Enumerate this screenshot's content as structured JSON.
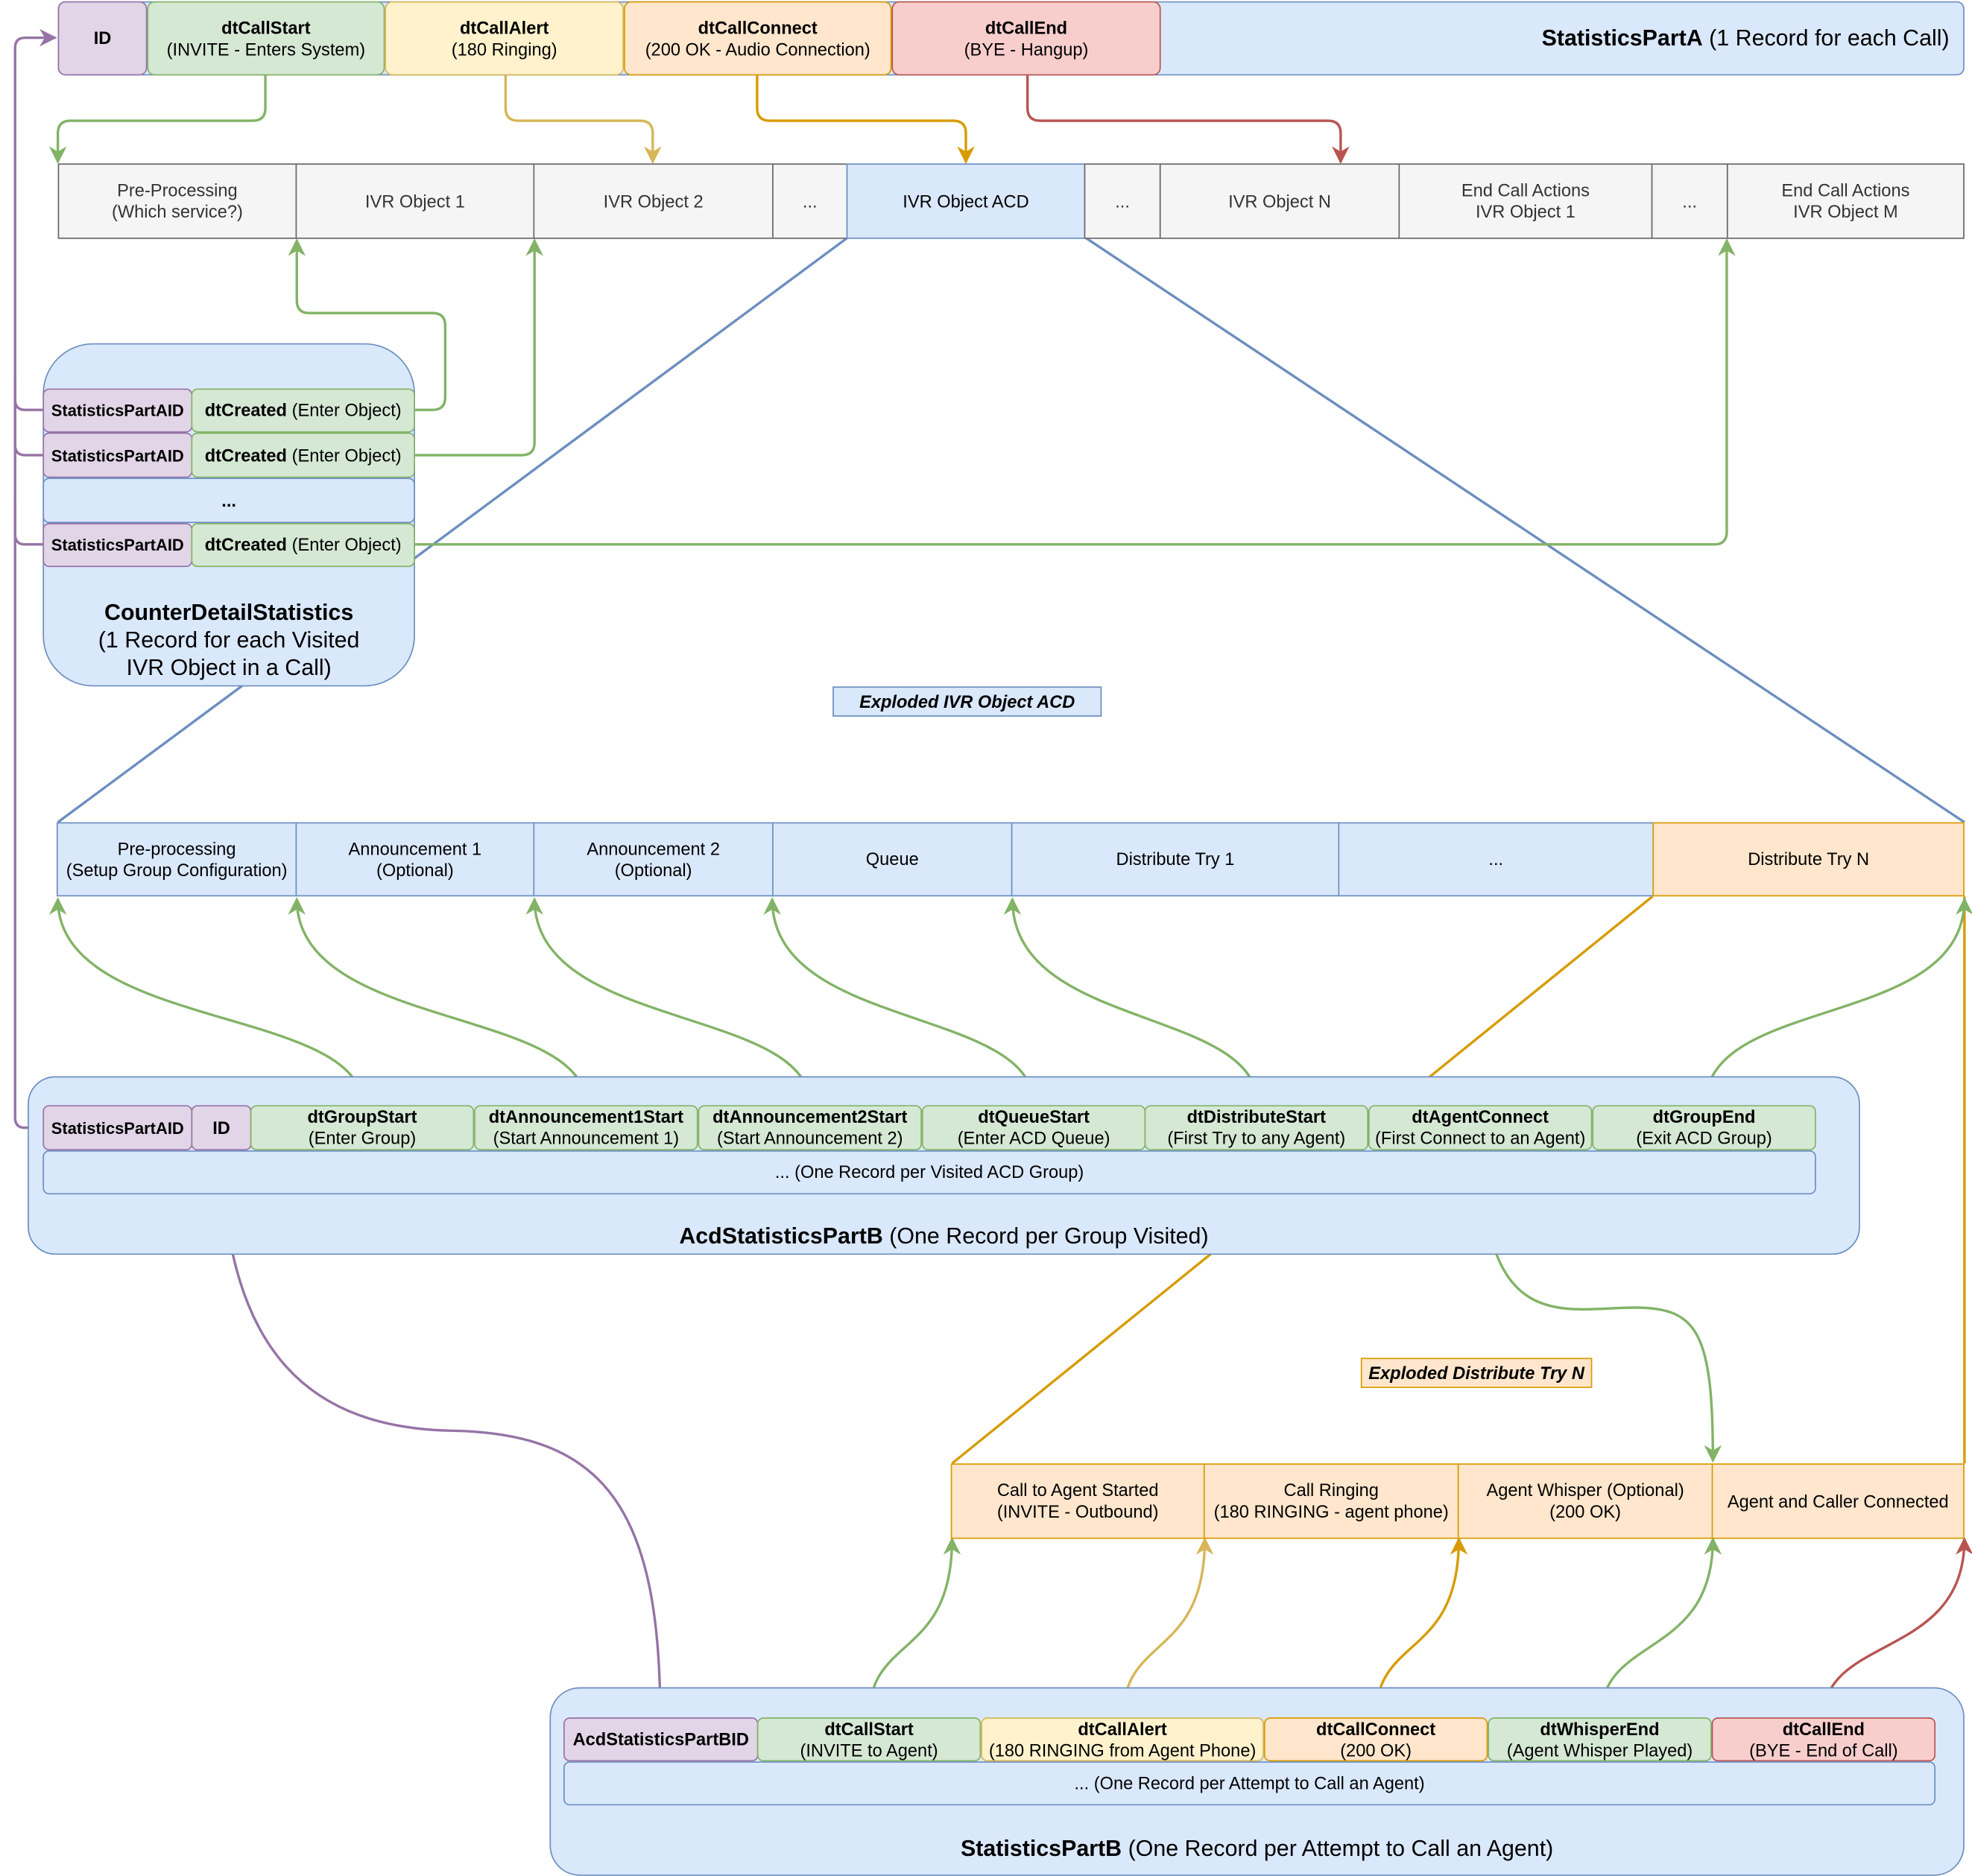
{
  "statistics_part_a": {
    "title": "StatisticsPartA",
    "subtitle": "(1 Record for each Call)",
    "fields": [
      {
        "name": "ID",
        "desc": ""
      },
      {
        "name": "dtCallStart",
        "desc": "(INVITE - Enters System)"
      },
      {
        "name": "dtCallAlert",
        "desc": "(180 Ringing)"
      },
      {
        "name": "dtCallConnect",
        "desc": "(200 OK - Audio Connection)"
      },
      {
        "name": "dtCallEnd",
        "desc": "(BYE - Hangup)"
      }
    ]
  },
  "ivr_flow": [
    {
      "line1": "Pre-Processing",
      "line2": "(Which service?)"
    },
    {
      "line1": "IVR Object 1",
      "line2": ""
    },
    {
      "line1": "IVR Object 2",
      "line2": ""
    },
    {
      "line1": "...",
      "line2": ""
    },
    {
      "line1": "IVR Object ACD",
      "line2": ""
    },
    {
      "line1": "...",
      "line2": ""
    },
    {
      "line1": "IVR Object N",
      "line2": ""
    },
    {
      "line1": "End Call Actions",
      "line2": "IVR Object 1"
    },
    {
      "line1": "...",
      "line2": ""
    },
    {
      "line1": "End Call Actions",
      "line2": "IVR Object M"
    }
  ],
  "counter_detail": {
    "rows": [
      {
        "id": "StatisticsPartAID",
        "field": "dtCreated",
        "desc": "(Enter Object)"
      },
      {
        "id": "StatisticsPartAID",
        "field": "dtCreated",
        "desc": "(Enter Object)"
      },
      {
        "id": "StatisticsPartAID",
        "field": "dtCreated",
        "desc": "(Enter Object)"
      }
    ],
    "ellipsis": "...",
    "title": "CounterDetailStatistics",
    "subtitle_line1": "(1 Record for each Visited",
    "subtitle_line2": "IVR Object in a Call)"
  },
  "callout_acd": "Exploded IVR Object ACD",
  "acd_flow": [
    {
      "line1": "Pre-processing",
      "line2": "(Setup Group Configuration)"
    },
    {
      "line1": "Announcement 1",
      "line2": "(Optional)"
    },
    {
      "line1": "Announcement 2",
      "line2": "(Optional)"
    },
    {
      "line1": "Queue",
      "line2": ""
    },
    {
      "line1": "Distribute Try 1",
      "line2": ""
    },
    {
      "line1": "...",
      "line2": ""
    },
    {
      "line1": "Distribute Try N",
      "line2": ""
    }
  ],
  "acd_part_b": {
    "fields": [
      {
        "name": "StatisticsPartAID",
        "desc": ""
      },
      {
        "name": "ID",
        "desc": ""
      },
      {
        "name": "dtGroupStart",
        "desc": "(Enter Group)"
      },
      {
        "name": "dtAnnouncement1Start",
        "desc": "(Start Announcement 1)"
      },
      {
        "name": "dtAnnouncement2Start",
        "desc": "(Start Announcement 2)"
      },
      {
        "name": "dtQueueStart",
        "desc": "(Enter ACD Queue)"
      },
      {
        "name": "dtDistributeStart",
        "desc": "(First Try to any Agent)"
      },
      {
        "name": "dtAgentConnect",
        "desc": "(First Connect to an Agent)"
      },
      {
        "name": "dtGroupEnd",
        "desc": "(Exit ACD Group)"
      }
    ],
    "note": "... (One Record per Visited ACD Group)",
    "title": "AcdStatisticsPartB",
    "subtitle": "(One Record per Group Visited)"
  },
  "callout_distribute": "Exploded Distribute Try N",
  "distribute_flow": [
    {
      "line1": "Call to Agent Started",
      "line2": "(INVITE - Outbound)"
    },
    {
      "line1": "Call Ringing",
      "line2": "(180 RINGING - agent phone)"
    },
    {
      "line1": "Agent Whisper (Optional)",
      "line2": "(200 OK)"
    },
    {
      "line1": "Agent and Caller Connected",
      "line2": ""
    }
  ],
  "statistics_part_b": {
    "fields": [
      {
        "name": "AcdStatisticsPartBID",
        "desc": ""
      },
      {
        "name": "dtCallStart",
        "desc": "(INVITE to Agent)"
      },
      {
        "name": "dtCallAlert",
        "desc": "(180 RINGING from Agent Phone)"
      },
      {
        "name": "dtCallConnect",
        "desc": "(200 OK)"
      },
      {
        "name": "dtWhisperEnd",
        "desc": "(Agent Whisper Played)"
      },
      {
        "name": "dtCallEnd",
        "desc": "(BYE - End of Call)"
      }
    ],
    "note": "... (One Record per Attempt to Call an Agent)",
    "title": "StatisticsPartB",
    "subtitle": "(One Record per Attempt to Call an Agent)"
  },
  "colors": {
    "purple": "#9673a6",
    "green": "#82b366",
    "yellow": "#d6b656",
    "orange": "#d79b00",
    "red": "#b85450",
    "blue": "#6c8ebf"
  }
}
